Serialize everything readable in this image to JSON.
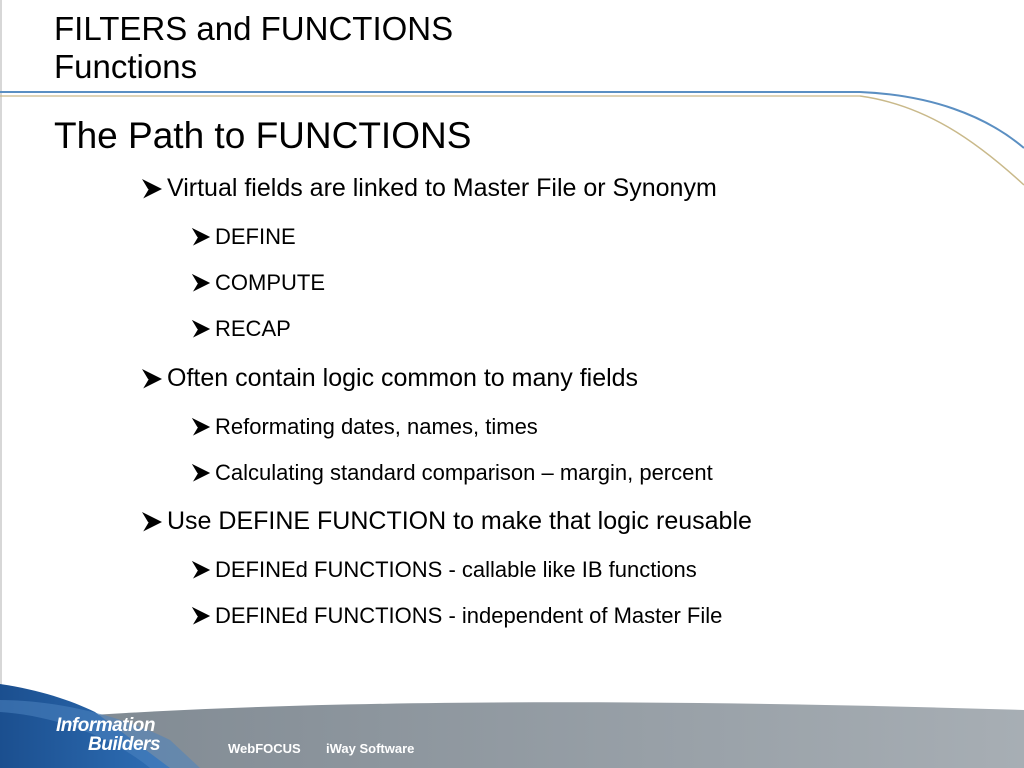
{
  "header": {
    "line1": "FILTERS and FUNCTIONS",
    "line2": "Functions"
  },
  "subtitle": "The Path to FUNCTIONS",
  "bullets": [
    {
      "level": 1,
      "text": "Virtual fields are linked to Master File or Synonym"
    },
    {
      "level": 2,
      "text": "DEFINE"
    },
    {
      "level": 2,
      "text": "COMPUTE"
    },
    {
      "level": 2,
      "text": "RECAP"
    },
    {
      "level": 1,
      "text": "Often contain logic common to many fields"
    },
    {
      "level": 2,
      "text": "Reformating dates, names, times"
    },
    {
      "level": 2,
      "text": "Calculating standard comparison – margin, percent"
    },
    {
      "level": 1,
      "text": "Use DEFINE FUNCTION to make that logic reusable"
    },
    {
      "level": 2,
      "text": "DEFINEd FUNCTIONS - callable like IB functions"
    },
    {
      "level": 2,
      "text": "DEFINEd FUNCTIONS -  independent of Master File"
    }
  ],
  "footer": {
    "logo_line1": "Information",
    "logo_line2": "Builders",
    "product1": "WebFOCUS",
    "product2": "iWay Software"
  },
  "colors": {
    "accent_line": "#5b8fc2",
    "accent_curve": "#c9b98a",
    "footer_dark": "#1f5a9c",
    "footer_gray": "#8a9299"
  }
}
